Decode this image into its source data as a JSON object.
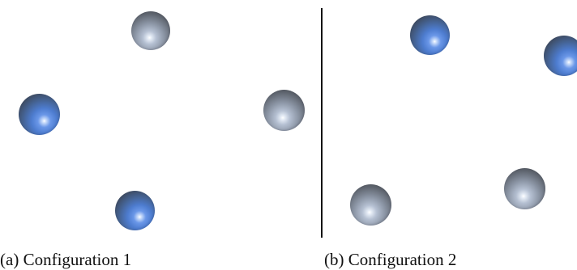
{
  "figure": {
    "panels": [
      {
        "id": "a",
        "caption_tag": "(a)",
        "caption_text": "Configuration 1",
        "spheres": [
          {
            "name": "sphere-top",
            "color": "gray"
          },
          {
            "name": "sphere-left",
            "color": "blue"
          },
          {
            "name": "sphere-right",
            "color": "gray"
          },
          {
            "name": "sphere-bottom",
            "color": "blue"
          }
        ]
      },
      {
        "id": "b",
        "caption_tag": "(b)",
        "caption_text": "Configuration 2",
        "spheres": [
          {
            "name": "sphere-top-left",
            "color": "blue"
          },
          {
            "name": "sphere-right-edge",
            "color": "blue"
          },
          {
            "name": "sphere-bottom-left",
            "color": "gray"
          },
          {
            "name": "sphere-bottom-right",
            "color": "gray"
          }
        ]
      }
    ],
    "colors": {
      "blue_sphere": "#5b86d8",
      "gray_sphere": "#8e98a8",
      "divider": "#111111",
      "background": "#ffffff"
    }
  }
}
